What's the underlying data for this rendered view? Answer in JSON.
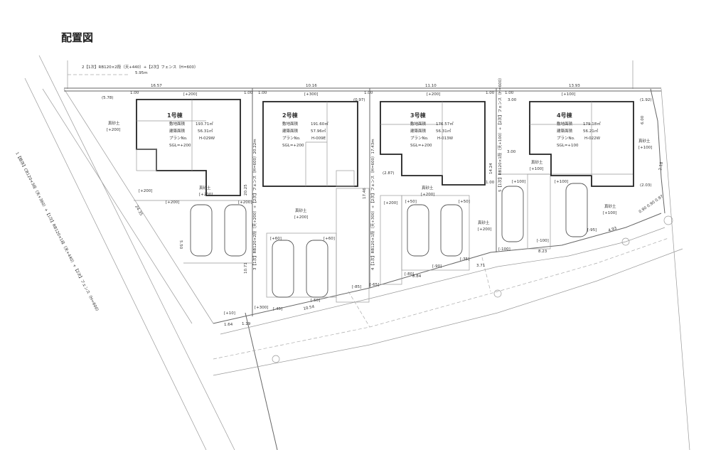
{
  "title": "配置図",
  "fence_note_top": "2【1次】RB120×2段（天+440）+【2次】フェンス（H=600）",
  "fence_note_top_sub": "5.95m",
  "fence_note_left": "1【既存】CB120×3段（天+360）+【1次】RB120×1段（天+440）+【2次】フェンス（H=600）",
  "fence_note_mid1": "3【1次】RB120×2段（天+200）+【2次】フェンス（H=600）20.22m",
  "fence_note_mid2": "4【1次】RB120×1段（天+300）+【2次】フェンス（H=600）17.43m",
  "fence_note_mid3": "5【1次】RB120×1段（天+100）+【2次】フェンス（H=600）",
  "top_dims": [
    "16.57",
    "10.16",
    "11.10",
    "13.93"
  ],
  "labels": {
    "site_area": "敷地面積",
    "building_area": "建築面積",
    "plan_no": "プランNo."
  },
  "houses": [
    {
      "name": "1号棟",
      "site_area": "193.71㎡",
      "building_area": "56.31㎡",
      "plan": "H-029W",
      "sgl": "SGL=+200",
      "level": "[+200]"
    },
    {
      "name": "2号棟",
      "site_area": "191.60㎡",
      "building_area": "57.96㎡",
      "plan": "H-009E",
      "sgl": "SGL=+200",
      "level": "[+300]"
    },
    {
      "name": "3号棟",
      "site_area": "176.57㎡",
      "building_area": "56.31㎡",
      "plan": "H-013W",
      "sgl": "SGL=+200",
      "level": "[+200]"
    },
    {
      "name": "4号棟",
      "site_area": "179.18㎡",
      "building_area": "56.21㎡",
      "plan": "H-022W",
      "sgl": "SGL=+100",
      "level": "[+100]"
    }
  ],
  "soil": "真砂土",
  "soil_levels": [
    "[+200]",
    "[+200]",
    "[+200]",
    "[+200]",
    "[+100]",
    "[+100]",
    "[+200]"
  ],
  "dims": [
    "(5.78)",
    "1.00",
    "1.00",
    "1.00",
    "1.00",
    "(0.97)",
    "1.00",
    "1.00",
    "3.00",
    "(1.92)",
    "3.00",
    "1.00",
    "6.00",
    "2.18",
    "(2.03)",
    "0.90 0.90 0.97",
    "4.93",
    "8.23",
    "3.71",
    "8.84",
    "10.54",
    "1.64",
    "1.19",
    "24.35",
    "5.50",
    "20.25",
    "10.71",
    "17.46",
    "14.24",
    "(2.87)"
  ],
  "spot_levels": [
    "[+200]",
    "[+200]",
    "[+200]",
    "[+60]",
    "[+60]",
    "[+50]",
    "[+50]",
    "[+100]",
    "[+100]",
    "[-45]",
    "[-50]",
    "[-65]",
    "[-80]",
    "[-90]",
    "[-35]",
    "[-95]",
    "[-100]",
    "[-100]",
    "[+100]",
    "[+300]",
    "[+10]",
    "[-85]"
  ]
}
